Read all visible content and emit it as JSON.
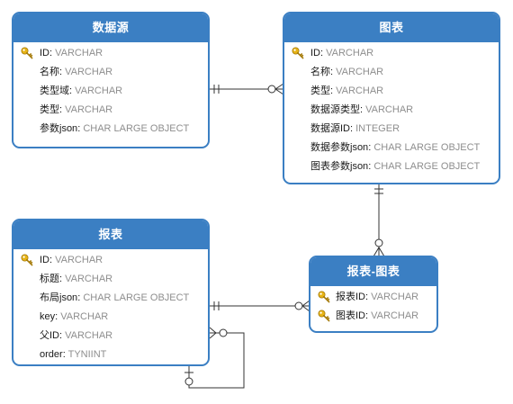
{
  "entities": {
    "datasource": {
      "title": "数据源",
      "fields": [
        {
          "name": "ID",
          "type": "VARCHAR",
          "pk": true
        },
        {
          "name": "名称",
          "type": "VARCHAR",
          "pk": false
        },
        {
          "name": "类型域",
          "type": "VARCHAR",
          "pk": false
        },
        {
          "name": "类型",
          "type": "VARCHAR",
          "pk": false
        },
        {
          "name": "参数json",
          "type": "CHAR LARGE OBJECT",
          "pk": false
        }
      ]
    },
    "chart": {
      "title": "图表",
      "fields": [
        {
          "name": "ID",
          "type": "VARCHAR",
          "pk": true
        },
        {
          "name": "名称",
          "type": "VARCHAR",
          "pk": false
        },
        {
          "name": "类型",
          "type": "VARCHAR",
          "pk": false
        },
        {
          "name": "数据源类型",
          "type": "VARCHAR",
          "pk": false
        },
        {
          "name": "数据源ID",
          "type": "INTEGER",
          "pk": false
        },
        {
          "name": "数据参数json",
          "type": "CHAR LARGE OBJECT",
          "pk": false
        },
        {
          "name": "图表参数json",
          "type": "CHAR LARGE OBJECT",
          "pk": false
        }
      ]
    },
    "report": {
      "title": "报表",
      "fields": [
        {
          "name": "ID",
          "type": "VARCHAR",
          "pk": true
        },
        {
          "name": "标题",
          "type": "VARCHAR",
          "pk": false
        },
        {
          "name": "布局json",
          "type": "CHAR LARGE OBJECT",
          "pk": false
        },
        {
          "name": "key",
          "type": "VARCHAR",
          "pk": false
        },
        {
          "name": "父ID",
          "type": "VARCHAR",
          "pk": false
        },
        {
          "name": "order",
          "type": "TYNIINT",
          "pk": false
        }
      ]
    },
    "report_chart": {
      "title": "报表-图表",
      "fields": [
        {
          "name": "报表ID",
          "type": "VARCHAR",
          "pk": true
        },
        {
          "name": "图表ID",
          "type": "VARCHAR",
          "pk": true
        }
      ]
    }
  },
  "colors": {
    "header": "#3b7fc3",
    "border": "#3b7fc3",
    "line": "#333333",
    "key": "#e7b416"
  }
}
